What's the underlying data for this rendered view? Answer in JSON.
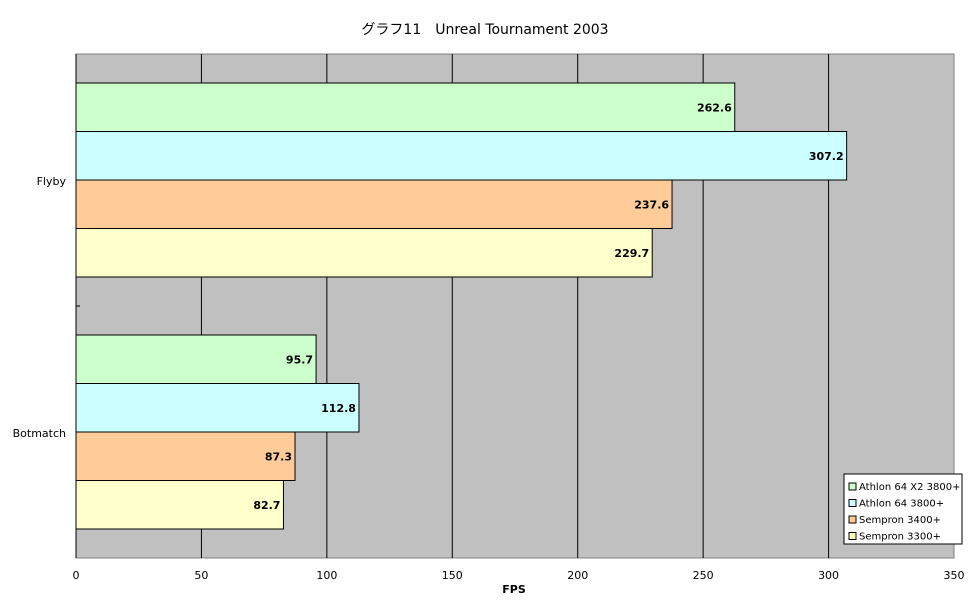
{
  "chart_data": {
    "type": "bar",
    "orientation": "horizontal",
    "title": "グラフ11　Unreal Tournament 2003",
    "xlabel": "FPS",
    "ylabel": "",
    "xlim": [
      0,
      350
    ],
    "xticks": [
      0,
      50,
      100,
      150,
      200,
      250,
      300,
      350
    ],
    "categories": [
      "Flyby",
      "Botmatch"
    ],
    "grid": true,
    "legend_position": "bottom-right",
    "series": [
      {
        "name": "Athlon 64 X2 3800+",
        "color": "#ccffcc",
        "values": [
          262.6,
          95.7
        ]
      },
      {
        "name": "Athlon 64 3800+",
        "color": "#ccffff",
        "values": [
          307.2,
          112.8
        ]
      },
      {
        "name": "Sempron 3400+",
        "color": "#ffcc99",
        "values": [
          237.6,
          87.3
        ]
      },
      {
        "name": "Sempron 3300+",
        "color": "#ffffcc",
        "values": [
          229.7,
          82.7
        ]
      }
    ],
    "value_labels": [
      [
        "262.6",
        "95.7"
      ],
      [
        "307.2",
        "112.8"
      ],
      [
        "237.6",
        "87.3"
      ],
      [
        "229.7",
        "82.7"
      ]
    ],
    "plot_background": "#c0c0c0"
  }
}
